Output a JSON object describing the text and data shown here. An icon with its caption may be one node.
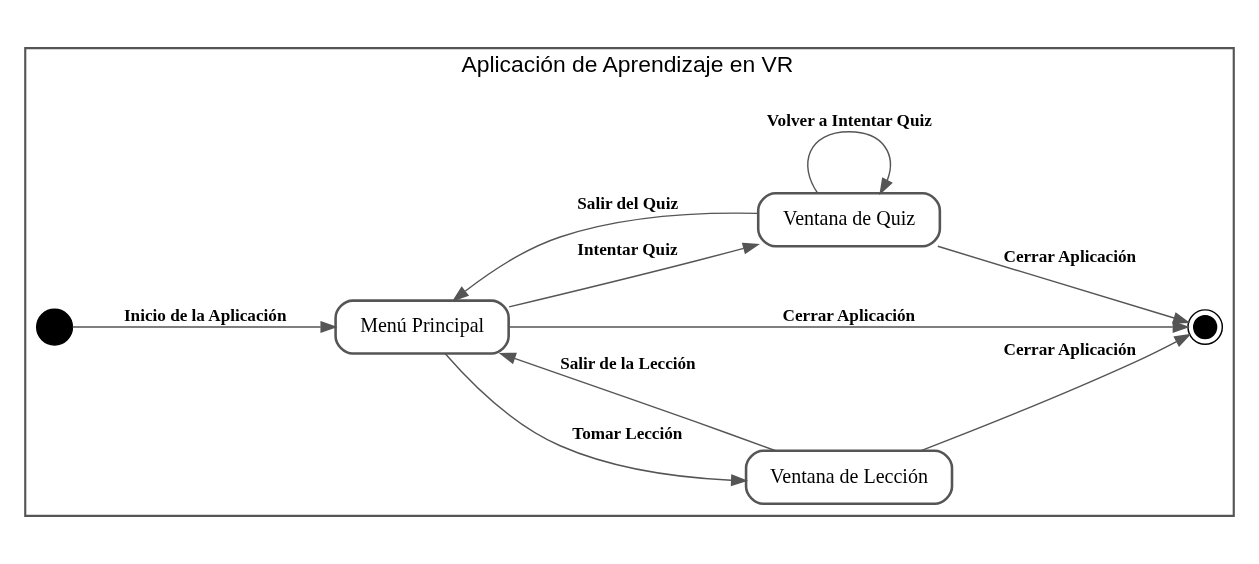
{
  "diagram": {
    "nodes": [
      {
        "text": [
          "Aplicación de Aprendizaje en VR"
        ]
      },
      {
        "text": [],
        "shape": "circle",
        "in": 0
      },
      {
        "text": [
          "Menú Principal"
        ],
        "in": 0
      },
      {
        "text": [
          "Ventana de Lección"
        ],
        "in": 0
      },
      {
        "text": [
          "Ventana de Quiz"
        ],
        "in": 0
      },
      {
        "text": [],
        "shape": "circle",
        "in": 0
      }
    ],
    "edges": [
      {
        "from": 1,
        "to": 2,
        "arrow": "to",
        "label": "Inicio de la Aplicación"
      },
      {
        "from": 2,
        "to": 3,
        "arrow": "to",
        "label": "Tomar Lección"
      },
      {
        "from": 3,
        "to": 2,
        "arrow": "to",
        "label": "Salir de la Lección"
      },
      {
        "from": 2,
        "to": 4,
        "arrow": "to",
        "label": "Intentar Quiz"
      },
      {
        "from": 4,
        "to": 4,
        "arrow": "to",
        "label": "Volver a Intentar Quiz"
      },
      {
        "from": 4,
        "to": 2,
        "arrow": "to",
        "label": "Salir del Quiz"
      },
      {
        "from": 3,
        "to": 5,
        "arrow": "to",
        "label": "Cerrar Aplicación"
      },
      {
        "from": 4,
        "to": 5,
        "arrow": "to",
        "label": "Cerrar Aplicación"
      },
      {
        "from": 2,
        "to": 5,
        "arrow": "to",
        "label": "Cerrar Aplicación"
      }
    ]
  }
}
